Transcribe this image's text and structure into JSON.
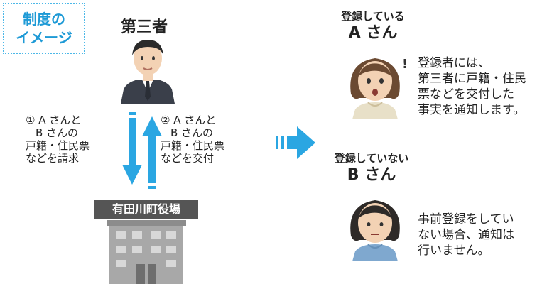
{
  "badge": {
    "line1": "制度の",
    "line2": "イメージ"
  },
  "third_party": {
    "label": "第三者"
  },
  "request": {
    "lines": [
      "① A さんと",
      "B さんの",
      "戸籍・住民票",
      "などを請求"
    ]
  },
  "delivery": {
    "lines": [
      "② A さんと",
      "B さんの",
      "戸籍・住民票",
      "などを交付"
    ]
  },
  "office": {
    "label": "有田川町役場"
  },
  "person_a": {
    "status": "登録している",
    "name": "A さん",
    "note": [
      "登録者には、",
      "第三者に戸籍・住民",
      "票などを交付した",
      "事実を通知します。"
    ]
  },
  "person_b": {
    "status": "登録していない",
    "name": "B さん",
    "note": [
      "事前登録をしてい",
      "ない場合、通知は",
      "行いません。"
    ]
  },
  "colors": {
    "accent": "#1e9ad6",
    "arrow": "#2aa6e2",
    "suit": "#3a3f4a",
    "building": "#9a9a9a",
    "skin": "#f3d2b4"
  }
}
